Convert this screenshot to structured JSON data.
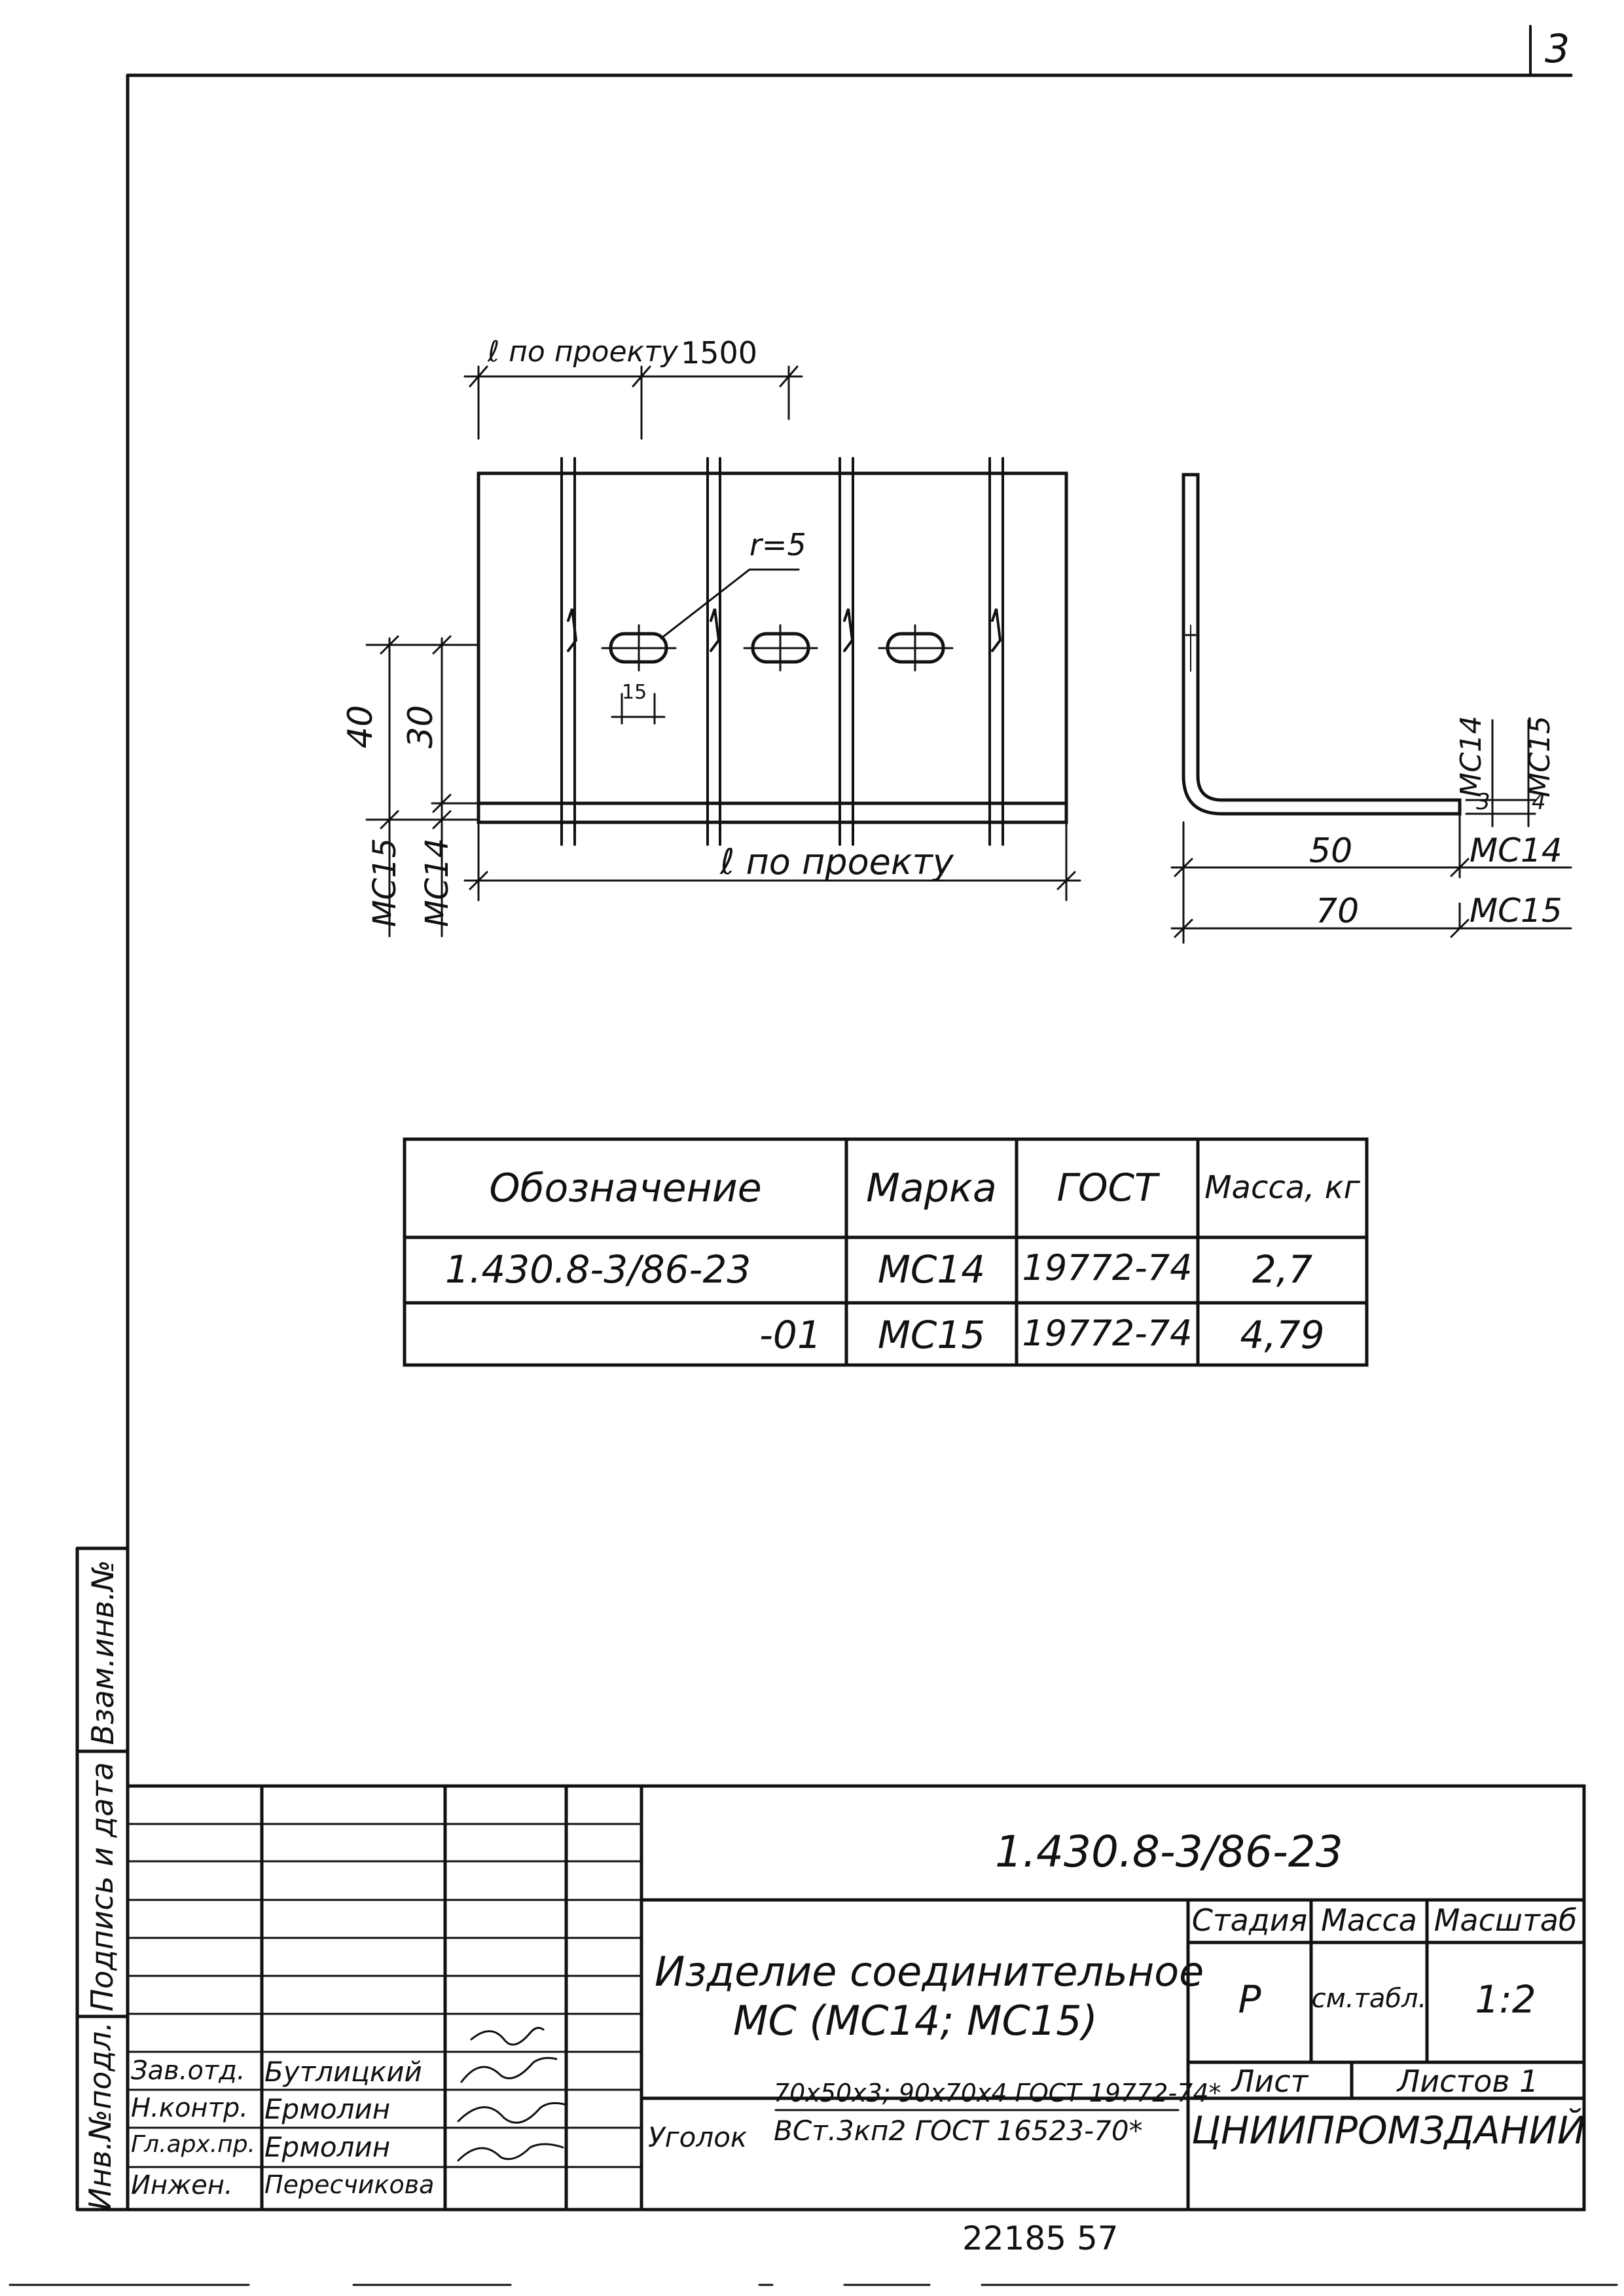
{
  "page_number": "3",
  "drawing": {
    "dim_l_top": "ℓ по проекту",
    "dim_1500": "1500",
    "radius": "r=5",
    "slot_width": "15",
    "dim_40": "40",
    "dim_30": "30",
    "left_mc15": "МС15",
    "left_mc14": "МС14",
    "dim_l_bottom": "ℓ по проекту",
    "side_mc14_v": "МС14",
    "side_mc15_v": "МС15",
    "side_t3": "3",
    "side_t4": "4",
    "side_50": "50",
    "side_mc14_h": "МС14",
    "side_70": "70",
    "side_mc15_h": "МС15"
  },
  "spec_table": {
    "headers": [
      "Обозначение",
      "Марка",
      "ГОСТ",
      "Масса, кг"
    ],
    "rows": [
      [
        "1.430.8-3/86-23",
        "МС14",
        "19772-74",
        "2,7"
      ],
      [
        "-01",
        "МС15",
        "19772-74",
        "4,79"
      ]
    ]
  },
  "margin_labels": [
    "Взам.инв.№",
    "Подпись и дата",
    "Инв.№подл."
  ],
  "title_block": {
    "doc_number": "1.430.8-3/86-23",
    "title_line1": "Изделие соединительное",
    "title_line2": "МС (МС14; МС15)",
    "stage_label": "Стадия",
    "mass_label": "Масса",
    "scale_label": "Масштаб",
    "stage_value": "Р",
    "mass_value": "см.табл.",
    "scale_value": "1:2",
    "sheet_label": "Лист",
    "sheets_label": "Листов 1",
    "material_prefix": "Уголок",
    "material_top": "70x50x3; 90x70x4 ГОСТ 19772-74*",
    "material_bottom": "ВСт.3кп2 ГОСТ 16523-70*",
    "organization": "ЦНИИПРОМЗДАНИЙ",
    "staff": [
      {
        "role": "Зав.отд.",
        "name": "Бутлицкий"
      },
      {
        "role": "Н.контр.",
        "name": "Ермолин"
      },
      {
        "role": "Гл.арх.пр.",
        "name": "Ермолин"
      },
      {
        "role": "Инжен.",
        "name": "Пересчикова"
      }
    ]
  },
  "footer_numbers": "22185  57"
}
